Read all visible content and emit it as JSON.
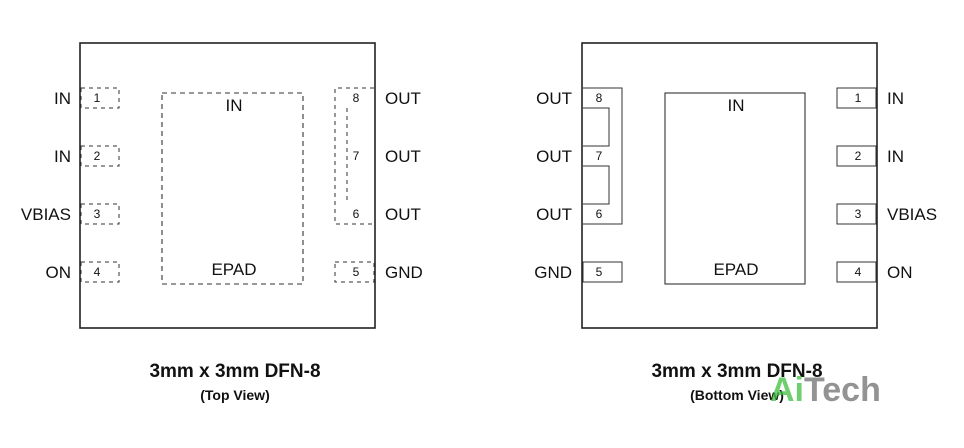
{
  "top_view": {
    "pins_left": [
      {
        "num": "1",
        "name": "IN"
      },
      {
        "num": "2",
        "name": "IN"
      },
      {
        "num": "3",
        "name": "VBIAS"
      },
      {
        "num": "4",
        "name": "ON"
      }
    ],
    "pins_right": [
      {
        "num": "8",
        "name": "OUT"
      },
      {
        "num": "7",
        "name": "OUT"
      },
      {
        "num": "6",
        "name": "OUT"
      },
      {
        "num": "5",
        "name": "GND"
      }
    ],
    "pad_top_label": "IN",
    "pad_bottom_label": "EPAD",
    "caption": "3mm x 3mm DFN-8",
    "subcaption": "(Top View)"
  },
  "bottom_view": {
    "pins_left": [
      {
        "num": "8",
        "name": "OUT"
      },
      {
        "num": "7",
        "name": "OUT"
      },
      {
        "num": "6",
        "name": "OUT"
      },
      {
        "num": "5",
        "name": "GND"
      }
    ],
    "pins_right": [
      {
        "num": "1",
        "name": "IN"
      },
      {
        "num": "2",
        "name": "IN"
      },
      {
        "num": "3",
        "name": "VBIAS"
      },
      {
        "num": "4",
        "name": "ON"
      }
    ],
    "pad_top_label": "IN",
    "pad_bottom_label": "EPAD",
    "caption": "3mm x 3mm DFN-8",
    "subcaption": "(Bottom View)"
  },
  "watermark": {
    "text_accent": "Ai",
    "text_rest": "Tech"
  }
}
